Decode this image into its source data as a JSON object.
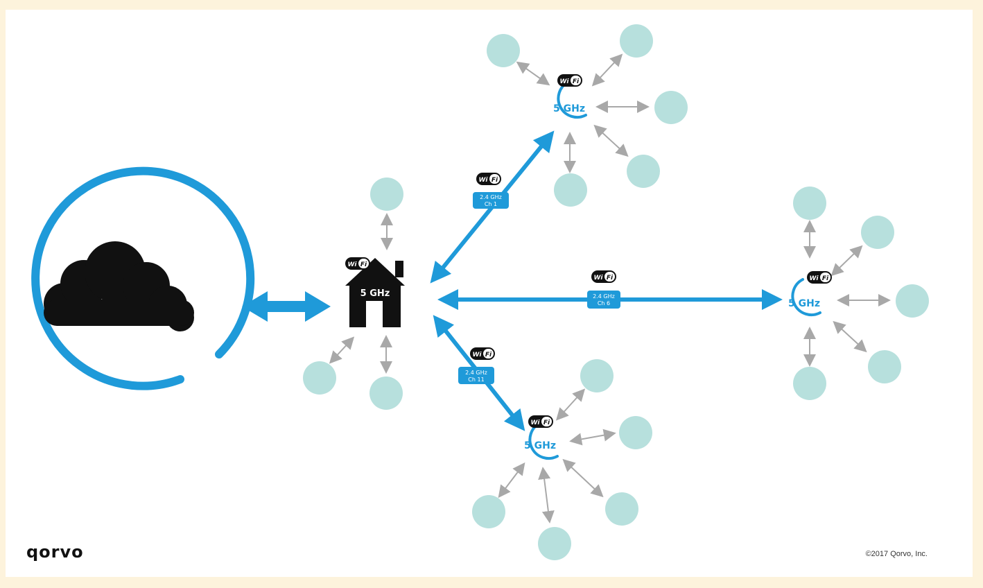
{
  "colors": {
    "blue": "#1f9ad9",
    "teal_client": "#b7e0dd",
    "gray_arrow": "#a8a8a8",
    "house": "#111111",
    "frame": "#fdf3dc"
  },
  "icons": {
    "cloud": "cloud-icon",
    "house": "house-icon",
    "wifi": "wifi-logo-icon"
  },
  "router": {
    "label": "5 GHz"
  },
  "wifi_badge": {
    "text_left": "Wi",
    "text_right": "Fi"
  },
  "extenders": [
    {
      "label": "5 GHz",
      "link_band": "2.4 GHz",
      "link_channel": "Ch 1"
    },
    {
      "label": "5 GHz",
      "link_band": "2.4 GHz",
      "link_channel": "Ch 6"
    },
    {
      "label": "5 GHz",
      "link_band": "2.4 GHz",
      "link_channel": "Ch 11"
    }
  ],
  "footer": {
    "logo": "qorvo",
    "copyright": "©2017 Qorvo, Inc."
  }
}
